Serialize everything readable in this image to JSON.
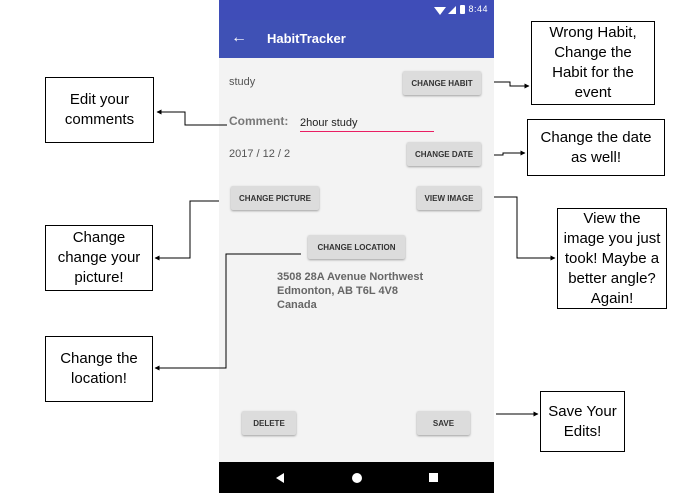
{
  "status_bar": {
    "time": "8:44"
  },
  "app_bar": {
    "back_icon": "arrow-left-icon",
    "title": "HabitTracker"
  },
  "form": {
    "habit_name": "study",
    "change_habit_label": "CHANGE HABIT",
    "comment_label": "Comment:",
    "comment_value": "2hour study",
    "date": "2017 / 12 / 2",
    "change_date_label": "CHANGE DATE",
    "change_picture_label": "CHANGE PICTURE",
    "view_image_label": "VIEW IMAGE",
    "change_location_label": "CHANGE LOCATION",
    "address_lines": [
      "3508 28A Avenue Northwest",
      "Edmonton, AB T6L 4V8",
      "Canada"
    ],
    "delete_label": "DELETE",
    "save_label": "SAVE"
  },
  "nav_bar": {
    "icons": [
      "nav-back-icon",
      "nav-home-icon",
      "nav-recents-icon"
    ]
  },
  "annotations": {
    "wrong_habit": "Wrong Habit,\nChange the\nHabit for the\nevent",
    "edit_comments": "Edit your\ncomments",
    "change_date": "Change the date\nas well!",
    "change_picture": "Change\nchange your\npicture!",
    "view_image": "View the\nimage you just\ntook! Maybe a\nbetter angle?\nAgain!",
    "change_location": "Change the\nlocation!",
    "save_edits": "Save Your\nEdits!"
  },
  "colors": {
    "app_bar": "#3f51b5",
    "status_bar": "#3f4db8",
    "accent": "#e91e63",
    "button": "#dcdcdc",
    "screen_background": "#f3f3f3"
  }
}
